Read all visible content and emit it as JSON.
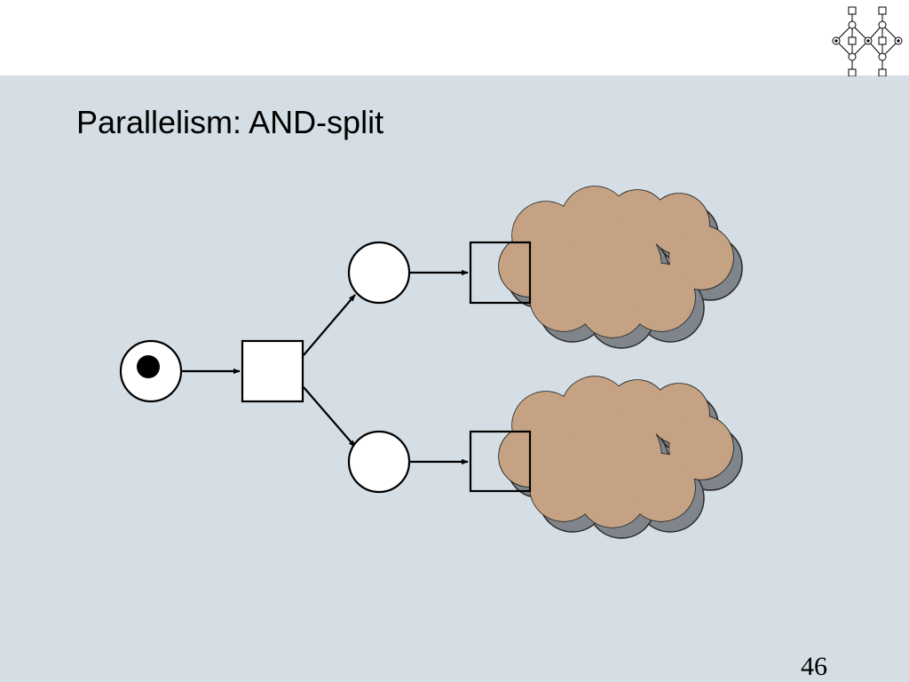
{
  "slide": {
    "title": "Parallelism: AND-split",
    "page_number": "46"
  },
  "colors": {
    "content_background": "#d4dee4",
    "cloud_fill": "#c4a283",
    "cloud_shadow": "#7f858a",
    "stroke": "#000000",
    "token": "#000000"
  },
  "logo": {
    "icon": "petri-net-logo-icon"
  },
  "diagram": {
    "nodes": [
      {
        "id": "start-place",
        "kind": "place",
        "marked": true
      },
      {
        "id": "and-split-transition",
        "kind": "transition"
      },
      {
        "id": "upper-place",
        "kind": "place",
        "marked": false
      },
      {
        "id": "lower-place",
        "kind": "place",
        "marked": false
      },
      {
        "id": "upper-transition",
        "kind": "transition"
      },
      {
        "id": "lower-transition",
        "kind": "transition"
      }
    ],
    "arcs": [
      {
        "from": "start-place",
        "to": "and-split-transition"
      },
      {
        "from": "and-split-transition",
        "to": "upper-place"
      },
      {
        "from": "and-split-transition",
        "to": "lower-place"
      },
      {
        "from": "upper-place",
        "to": "upper-transition"
      },
      {
        "from": "lower-place",
        "to": "lower-transition"
      }
    ],
    "clouds": [
      {
        "id": "upper-cloud",
        "icon": "cloud-icon"
      },
      {
        "id": "lower-cloud",
        "icon": "cloud-icon"
      }
    ]
  }
}
